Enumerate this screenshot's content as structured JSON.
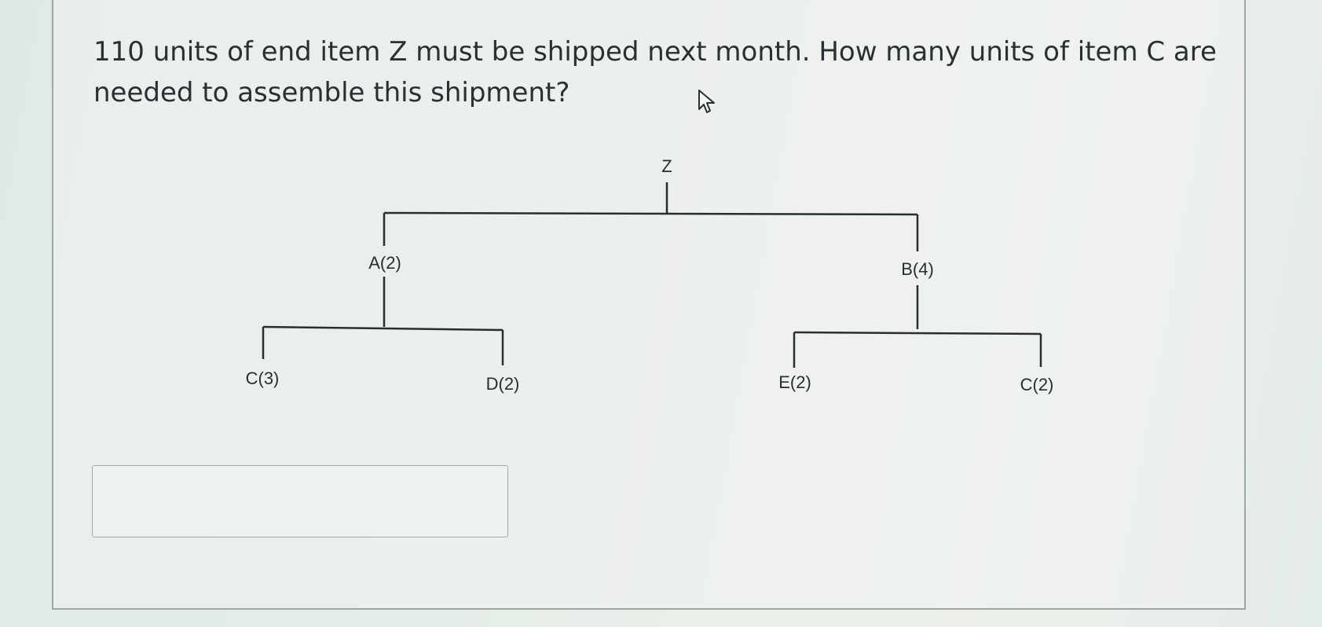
{
  "question": {
    "text": "110 units of end item Z must be shipped next month. How many units of item C are needed to assemble this shipment?"
  },
  "diagram": {
    "root": "Z",
    "left_child": "A(2)",
    "right_child": "B(4)",
    "left_left": "C(3)",
    "left_right": "D(2)",
    "right_left": "E(2)",
    "right_right": "C(2)"
  },
  "answer": {
    "value": "",
    "placeholder": ""
  },
  "icons": {
    "cursor": "mouse-pointer-icon"
  },
  "colors": {
    "text": "#2b2f33",
    "tree_line": "#2a2d30",
    "border": "#9fa7a6"
  }
}
